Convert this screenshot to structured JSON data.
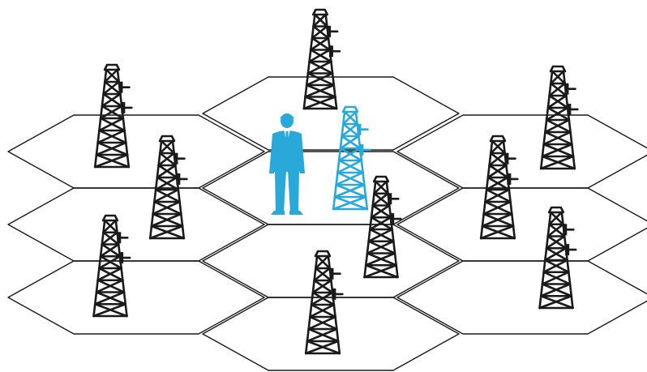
{
  "colors": {
    "cell_outline": "#1a1a1a",
    "tower": "#1a1a1a",
    "highlight": "#29a9d9",
    "background": "#ffffff"
  },
  "diagram": {
    "type": "cellular-network-hexagonal-grid",
    "cell_count": 10,
    "cells": [
      {
        "id": "cell-top-center"
      },
      {
        "id": "cell-upper-left"
      },
      {
        "id": "cell-upper-right"
      },
      {
        "id": "cell-center-left"
      },
      {
        "id": "cell-center"
      },
      {
        "id": "cell-center-right"
      },
      {
        "id": "cell-lower-left"
      },
      {
        "id": "cell-lower-right"
      },
      {
        "id": "cell-bottom-left"
      },
      {
        "id": "cell-bottom-center"
      }
    ],
    "towers": [
      {
        "id": "tower-top-center",
        "highlighted": false
      },
      {
        "id": "tower-upper-left",
        "highlighted": false
      },
      {
        "id": "tower-left-middle",
        "highlighted": false
      },
      {
        "id": "tower-lower-left",
        "highlighted": false
      },
      {
        "id": "tower-upper-right",
        "highlighted": false
      },
      {
        "id": "tower-right-middle",
        "highlighted": false
      },
      {
        "id": "tower-lower-right",
        "highlighted": false
      },
      {
        "id": "tower-center",
        "highlighted": true
      },
      {
        "id": "tower-center-right",
        "highlighted": false
      },
      {
        "id": "tower-bottom-center",
        "highlighted": false
      }
    ],
    "user": {
      "id": "user-figure",
      "icon": "person-in-suit-icon",
      "highlighted": true
    }
  }
}
